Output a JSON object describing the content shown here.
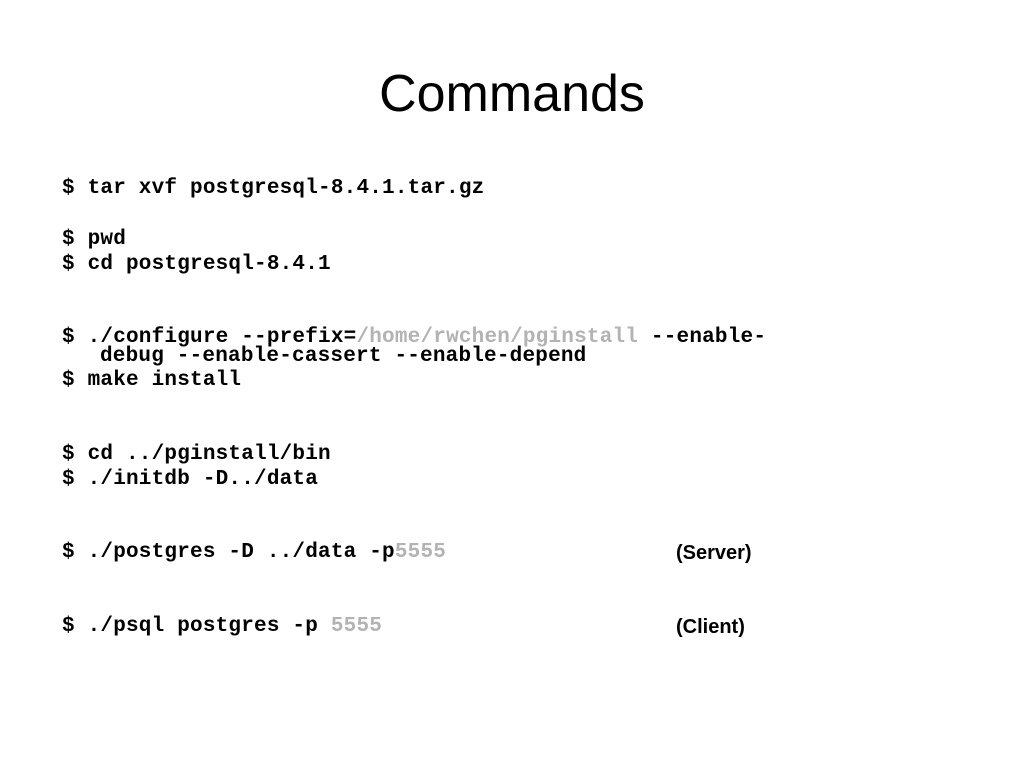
{
  "slide": {
    "title": "Commands",
    "colors": {
      "text": "#000000",
      "highlight": "#b3b3b3",
      "background": "#ffffff"
    },
    "commands": {
      "tar": "$ tar xvf postgresql-8.4.1.tar.gz",
      "pwd": "$ pwd",
      "cd_src": "$ cd postgresql-8.4.1",
      "configure": {
        "prefix_part": "$ ./configure --prefix=",
        "path": "/home/rwchen/pginstall",
        "suffix_part": " --enable-",
        "continuation": "debug --enable-cassert --enable-depend"
      },
      "make_install": "$ make install",
      "cd_bin": "$ cd ../pginstall/bin",
      "initdb": "$ ./initdb -D../data",
      "postgres": {
        "command": "$ ./postgres -D ../data -p",
        "port": "5555",
        "note": "(Server)"
      },
      "psql": {
        "command": "$ ./psql postgres -p ",
        "port": "5555",
        "note": "(Client)"
      }
    }
  }
}
